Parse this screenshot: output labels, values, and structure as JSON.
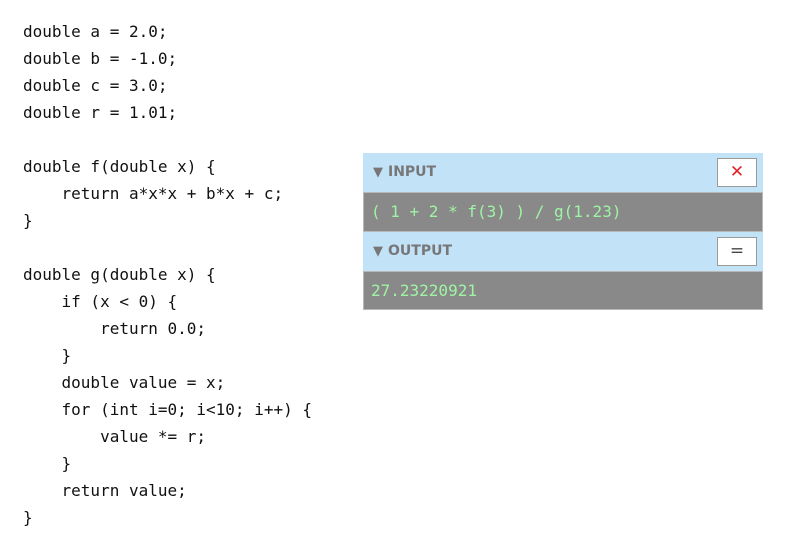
{
  "code": {
    "lines": [
      "double a = 2.0;",
      "double b = -1.0;",
      "double c = 3.0;",
      "double r = 1.01;",
      "",
      "double f(double x) {",
      "    return a*x*x + b*x + c;",
      "}",
      "",
      "double g(double x) {",
      "    if (x < 0) {",
      "        return 0.0;",
      "    }",
      "    double value = x;",
      "    for (int i=0; i<10; i++) {",
      "        value *= r;",
      "    }",
      "    return value;",
      "}"
    ]
  },
  "panel": {
    "input": {
      "title": "INPUT",
      "collapse_glyph": "▼",
      "clear_label": "✕",
      "expression": "( 1 + 2 * f(3) ) / g(1.23)"
    },
    "output": {
      "title": "OUTPUT",
      "collapse_glyph": "▼",
      "evaluate_label": "=",
      "result": "27.23220921"
    }
  },
  "colors": {
    "header_bg": "#c2e2f8",
    "box_bg": "#898989",
    "result_text": "#9ff4a4",
    "clear_icon": "#e0242a"
  }
}
